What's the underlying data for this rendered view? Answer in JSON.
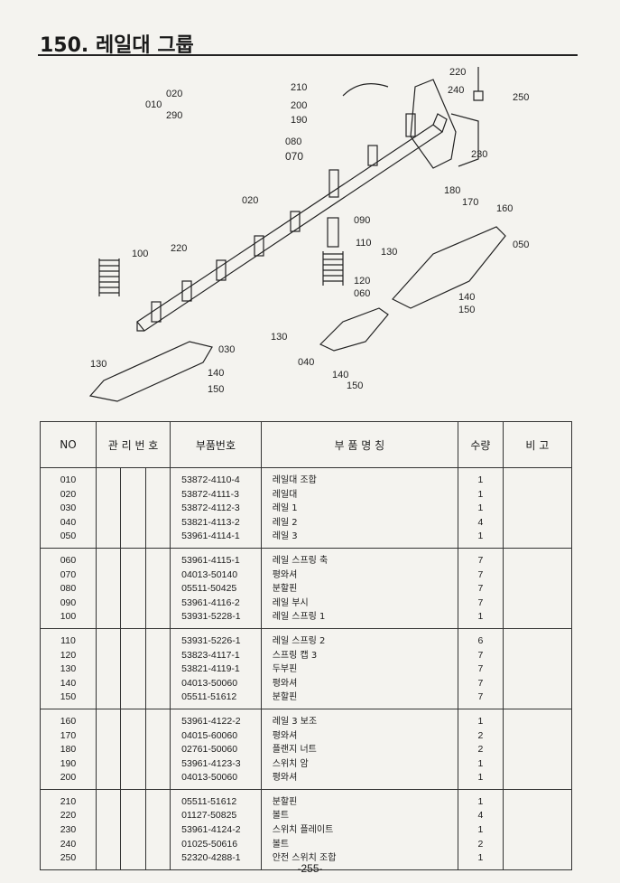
{
  "page": {
    "title": "150. 레일대 그룹",
    "page_number": "-255-"
  },
  "diagram_labels": {
    "l010": "010",
    "l020a": "020",
    "l290": "290",
    "l020b": "020",
    "l030": "030",
    "l040": "040",
    "l050": "050",
    "l060": "060",
    "l070": "070",
    "l080": "080",
    "l090": "090",
    "l100": "100",
    "l110": "110",
    "l120": "120",
    "l130a": "130",
    "l130b": "130",
    "l130c": "130",
    "l140a": "140",
    "l140b": "140",
    "l140c": "140",
    "l150a": "150",
    "l150b": "150",
    "l150c": "150",
    "l160": "160",
    "l170": "170",
    "l180": "180",
    "l190": "190",
    "l200": "200",
    "l210": "210",
    "l220a": "220",
    "l220b": "220",
    "l230": "230",
    "l240": "240",
    "l250": "250"
  },
  "table": {
    "headers": {
      "no": "NO",
      "mgmt": "관 리 번 호",
      "part_no": "부품번호",
      "name": "부 품 명 칭",
      "qty": "수량",
      "remark": "비 고"
    },
    "groups": [
      {
        "rows": [
          {
            "no": "010",
            "part_no": "53872-4110-4",
            "name": "레일대 조합",
            "qty": "1"
          },
          {
            "no": "020",
            "part_no": "53872-4111-3",
            "name": "레일대",
            "qty": "1"
          },
          {
            "no": "030",
            "part_no": "53872-4112-3",
            "name": "레일 1",
            "qty": "1"
          },
          {
            "no": "040",
            "part_no": "53821-4113-2",
            "name": "레일 2",
            "qty": "4"
          },
          {
            "no": "050",
            "part_no": "53961-4114-1",
            "name": "레일 3",
            "qty": "1"
          }
        ]
      },
      {
        "rows": [
          {
            "no": "060",
            "part_no": "53961-4115-1",
            "name": "레일 스프링 축",
            "qty": "7"
          },
          {
            "no": "070",
            "part_no": "04013-50140",
            "name": "평와셔",
            "qty": "7"
          },
          {
            "no": "080",
            "part_no": "05511-50425",
            "name": "분할핀",
            "qty": "7"
          },
          {
            "no": "090",
            "part_no": "53961-4116-2",
            "name": "레일 부시",
            "qty": "7"
          },
          {
            "no": "100",
            "part_no": "53931-5228-1",
            "name": "레일 스프링 1",
            "qty": "1"
          }
        ]
      },
      {
        "rows": [
          {
            "no": "110",
            "part_no": "53931-5226-1",
            "name": "레일 스프링 2",
            "qty": "6"
          },
          {
            "no": "120",
            "part_no": "53823-4117-1",
            "name": "스프링 캡 3",
            "qty": "7"
          },
          {
            "no": "130",
            "part_no": "53821-4119-1",
            "name": "두부핀",
            "qty": "7"
          },
          {
            "no": "140",
            "part_no": "04013-50060",
            "name": "평와셔",
            "qty": "7"
          },
          {
            "no": "150",
            "part_no": "05511-51612",
            "name": "분할핀",
            "qty": "7"
          }
        ]
      },
      {
        "rows": [
          {
            "no": "160",
            "part_no": "53961-4122-2",
            "name": "레일 3 보조",
            "qty": "1"
          },
          {
            "no": "170",
            "part_no": "04015-60060",
            "name": "평와셔",
            "qty": "2"
          },
          {
            "no": "180",
            "part_no": "02761-50060",
            "name": "플랜지 너트",
            "qty": "2"
          },
          {
            "no": "190",
            "part_no": "53961-4123-3",
            "name": "스위치 암",
            "qty": "1"
          },
          {
            "no": "200",
            "part_no": "04013-50060",
            "name": "평와셔",
            "qty": "1"
          }
        ]
      },
      {
        "rows": [
          {
            "no": "210",
            "part_no": "05511-51612",
            "name": "분할핀",
            "qty": "1"
          },
          {
            "no": "220",
            "part_no": "01127-50825",
            "name": "볼트",
            "qty": "4"
          },
          {
            "no": "230",
            "part_no": "53961-4124-2",
            "name": "스위치 플레이트",
            "qty": "1"
          },
          {
            "no": "240",
            "part_no": "01025-50616",
            "name": "볼트",
            "qty": "2"
          },
          {
            "no": "250",
            "part_no": "52320-4288-1",
            "name": "안전 스위치 조합",
            "qty": "1"
          }
        ]
      }
    ]
  }
}
